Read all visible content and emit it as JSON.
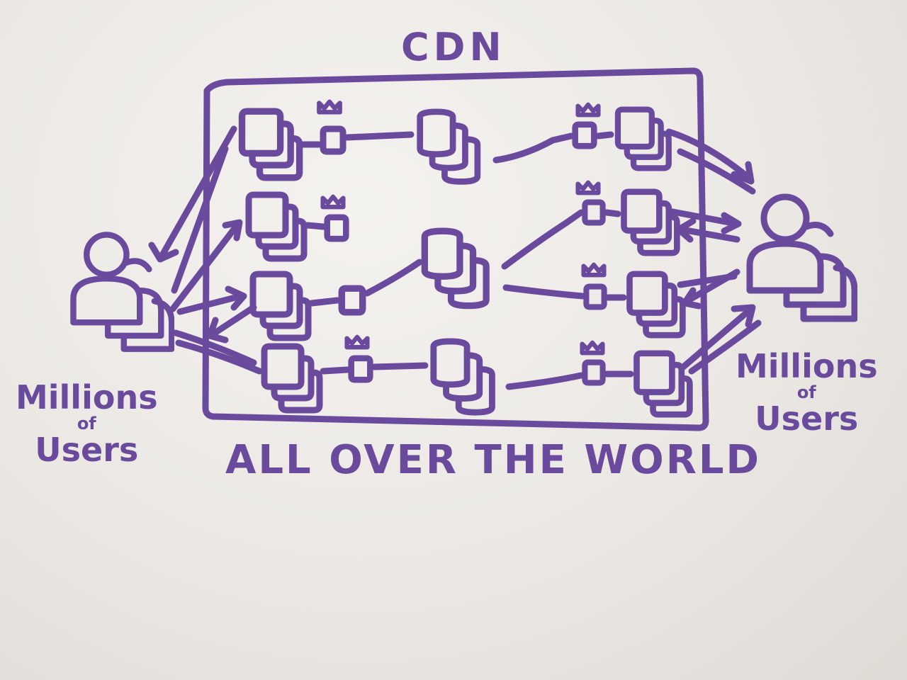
{
  "title": "CDN",
  "caption": "ALL OVER THE WORLD",
  "users_left": {
    "line1": "Millions",
    "line2": "of",
    "line3": "Users"
  },
  "users_right": {
    "line1": "Millions",
    "line2": "of",
    "line3": "Users"
  },
  "ink_color": "#6a4a9c",
  "icons": {
    "users": "user-group-icon",
    "server": "server-icon",
    "cache": "cache-node-icon",
    "database": "database-icon",
    "crown": "crown-icon"
  }
}
